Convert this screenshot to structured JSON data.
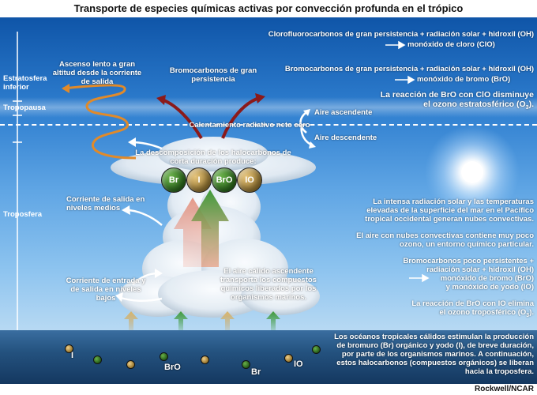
{
  "title": "Transporte de especies químicas activas por convección profunda en el trópico",
  "credit": "Rockwell/NCAR",
  "layers": {
    "stratosphere": "Estratosfera inferior",
    "tropopause": "Tropopausa",
    "troposphere": "Troposfera"
  },
  "labels": {
    "slow_ascent": "Ascenso lento a gran altitud desde la corriente de salida",
    "long_bromo": "Bromocarbonos de gran persistencia",
    "radiative": "Calentamiento radiativo neto cero",
    "rising_air": "Aire ascendente",
    "falling_air": "Aire descendente",
    "decomposition": "La descomposición de los halocarbonos de corta duración produce:",
    "mid_outflow": "Corriente de salida en niveles medios",
    "low_flow": "Corriente de entrada y de salida en niveles bajos",
    "warm_air": "El aire cálido ascendente transporta los compuestos químicos liberados por los organismos marinos."
  },
  "right_notes": {
    "cfc": "Clorofluorocarbonos de gran persistencia + radiación solar + hidroxil (OH)",
    "cfc_result": "monóxido de cloro (ClO)",
    "bromo_long": "Bromocarbonos de gran persistencia + radiación solar + hidroxil (OH)",
    "bromo_long_result": "monóxido de bromo (BrO)",
    "reaction_strat_a": "La reacción de BrO con ClO disminuye",
    "reaction_strat_b": "el ozono estratosférico (O",
    "reaction_strat_sub": "3",
    "reaction_strat_end": ").",
    "solar": "La intensa radiación solar y las temperaturas elevadas de la superficie del mar en el Pacífico tropical occidental generan nubes convectivas.",
    "ozone_poor": "El aire con nubes convectivas contiene muy poco ozono, un entorno químico particular.",
    "bromo_short_a": "Bromocarbonos poco persistentes +",
    "bromo_short_b": "radiación solar + hidroxil (OH)",
    "bromo_short_c": "monóxido de bromo (BrO)",
    "bromo_short_d": "y monóxido  de yodo (IO)",
    "reaction_tropo_a": "La reacción de BrO con IO  elimina",
    "reaction_tropo_b": "el ozono troposférico (O",
    "reaction_tropo_sub": "3",
    "reaction_tropo_end": ").",
    "ocean": "Los océanos tropicales cálidos estimulan la producción de bromuro (Br) orgánico y yodo (I), de breve duración, por parte de los organismos marinos. A continuación, estos halocarbonos (compuestos orgánicos) se liberan hacia la troposfera."
  },
  "species": [
    "Br",
    "I",
    "BrO",
    "IO"
  ],
  "sea_labels": {
    "i": "I",
    "bro": "BrO",
    "br": "Br",
    "io": "IO"
  },
  "colors": {
    "green_ball": "#3f8a2c",
    "tan_ball": "#c9a255",
    "orange_arrow": "#e08a2a",
    "red_arrow": "#8b1a1a"
  }
}
